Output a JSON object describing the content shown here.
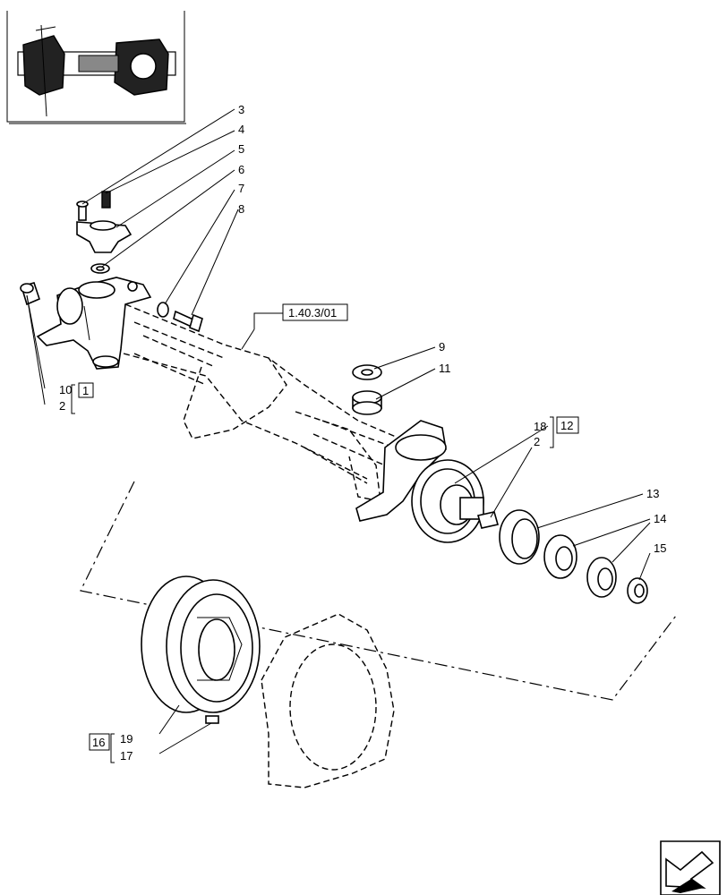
{
  "callouts": {
    "c3": "3",
    "c4": "4",
    "c5": "5",
    "c6": "6",
    "c7": "7",
    "c8": "8",
    "c9": "9",
    "c11": "11",
    "c13": "13",
    "c14": "14",
    "c15": "15",
    "c10": "10",
    "c2a": "2",
    "c18": "18",
    "c2b": "2",
    "c19": "19",
    "c17": "17"
  },
  "boxed_refs": {
    "ref_main": "1.40.3/01",
    "ref_1": "1",
    "ref_12": "12",
    "ref_16": "16"
  },
  "icons": [
    "thumbnail-axle-icon",
    "next-page-arrow-icon"
  ]
}
